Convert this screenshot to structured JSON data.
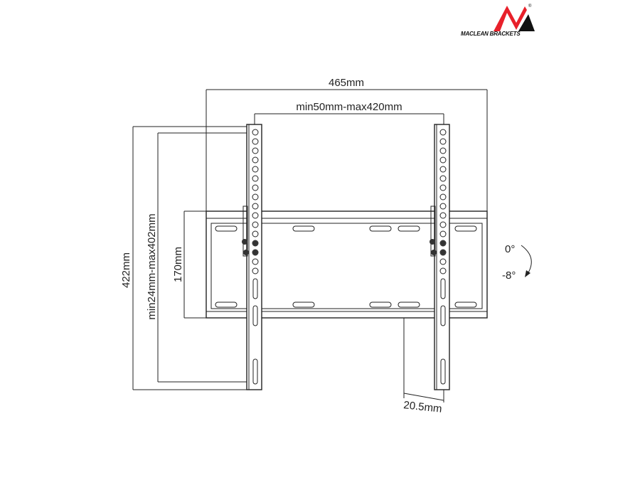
{
  "logo": {
    "brand": "MACLEAN BRACKETS",
    "mark": "®",
    "colors": {
      "red": "#e8202a",
      "black": "#111111"
    }
  },
  "dimensions": {
    "overall_width": "465mm",
    "vesa_horizontal": "min50mm-max420mm",
    "overall_height": "422mm",
    "vesa_vertical": "min24mm-max402mm",
    "plate_height": "170mm",
    "wall_distance": "20.5mm"
  },
  "tilt": {
    "top": "0°",
    "bottom": "-8°"
  }
}
